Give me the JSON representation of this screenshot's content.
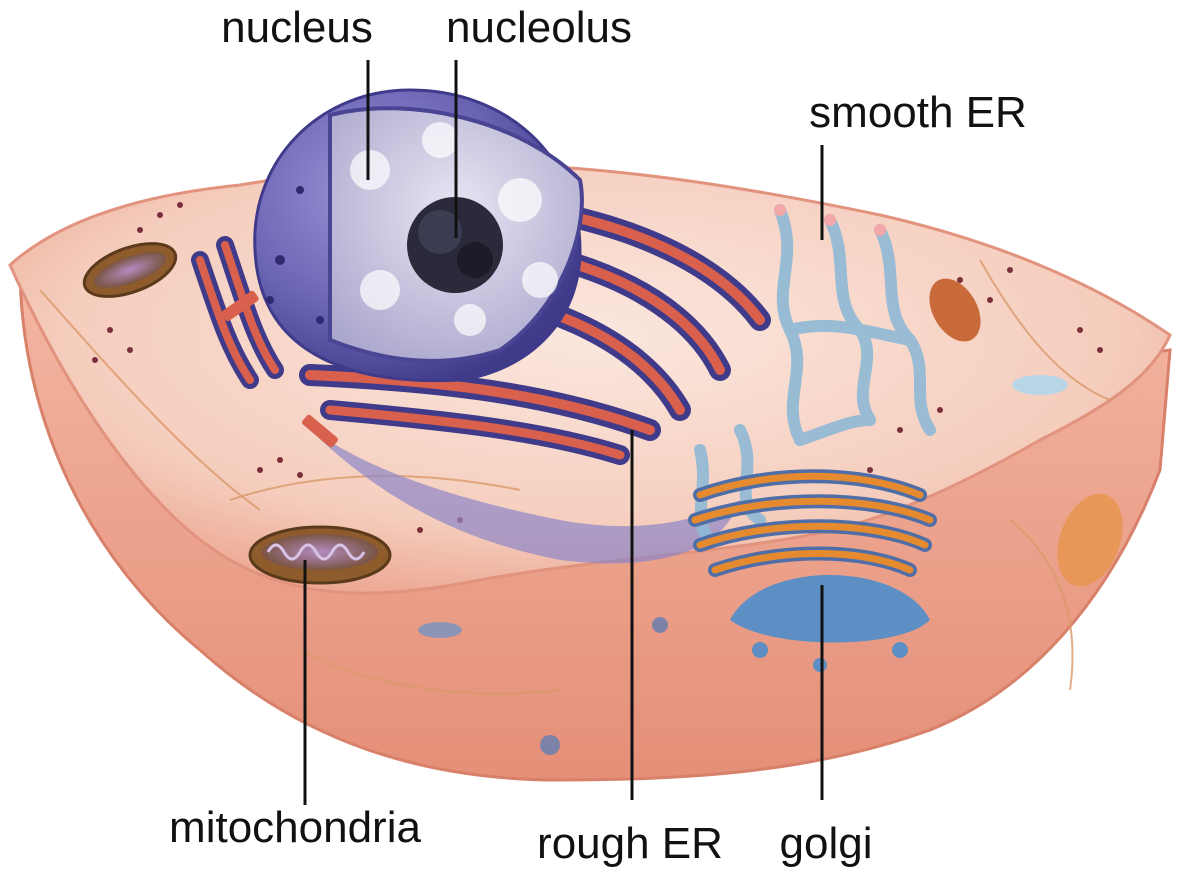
{
  "labels": {
    "nucleus": "nucleus",
    "nucleolus": "nucleolus",
    "smooth_er": "smooth ER",
    "mitochondria": "mitochondria",
    "rough_er": "rough ER",
    "golgi": "golgi"
  },
  "colors": {
    "cytoplasm": "#f6d2c4",
    "membrane": "#e79480",
    "nucleus": "#6a64b4",
    "nucleoplasm": "#c9c6e0",
    "nucleolus": "#2a2a3a",
    "rough_er": "#d9604d",
    "smooth_er": "#8fb9d6",
    "golgi_orange": "#e58a2e",
    "golgi_blue": "#5d8fc4",
    "mitochondria": "#8d5b2c"
  }
}
